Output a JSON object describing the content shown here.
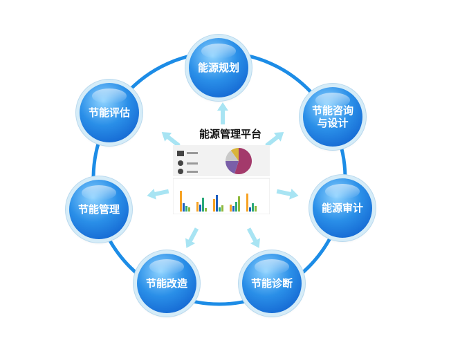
{
  "center": {
    "title": "能源管理平台"
  },
  "nodes": [
    {
      "id": "planning",
      "label": "能源规划"
    },
    {
      "id": "consulting",
      "label": "节能咨询与设计"
    },
    {
      "id": "audit",
      "label": "能源审计"
    },
    {
      "id": "diagnosis",
      "label": "节能诊断"
    },
    {
      "id": "retrofit",
      "label": "节能改造"
    },
    {
      "id": "management",
      "label": "节能管理"
    },
    {
      "id": "evaluation",
      "label": "节能评估"
    }
  ],
  "colors": {
    "ring": "#1c8ce6",
    "arrow": "#a8e4f3",
    "node_dark": "#0a55c8",
    "node_light": "#8fd3ff"
  },
  "dashboard_chart": {
    "type": "bar",
    "series_colors": [
      "#f7a325",
      "#1f5fbf",
      "#2aa97a",
      "#8fb93d"
    ],
    "pie_colors": [
      "#a33a6b",
      "#7a5fa8",
      "#c9c9c9",
      "#d9b43a"
    ]
  }
}
